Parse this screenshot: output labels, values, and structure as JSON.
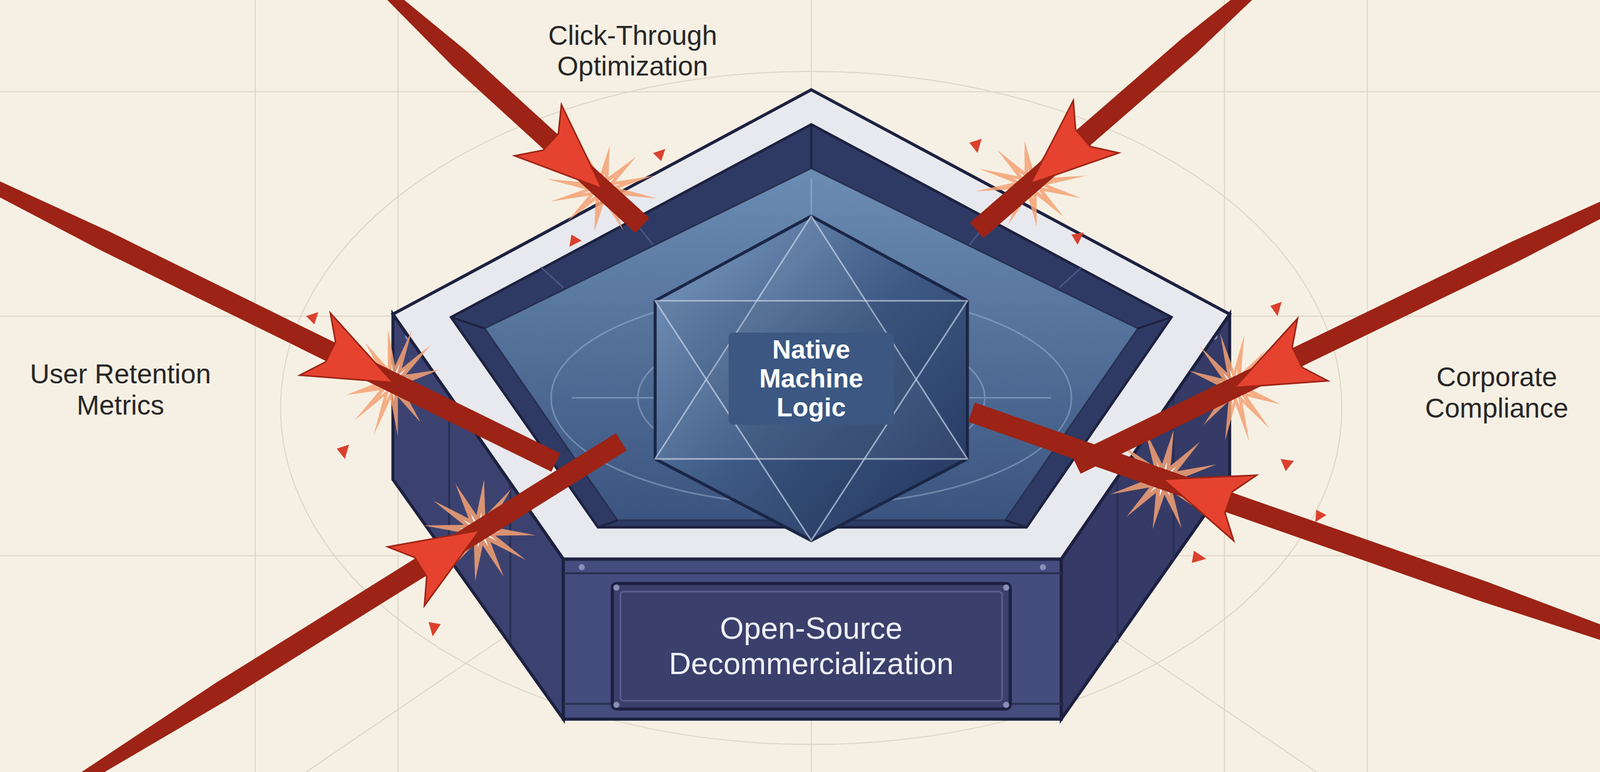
{
  "diagram": {
    "nodes": [
      {
        "text": [
          "Open-Source Decommercialization"
        ]
      },
      {
        "text": [
          "Native Machine Logic"
        ],
        "in": 0
      }
    ],
    "labels": [
      "Click-Through Optimization",
      "User Retention Metrics",
      "Corporate Compliance"
    ]
  }
}
